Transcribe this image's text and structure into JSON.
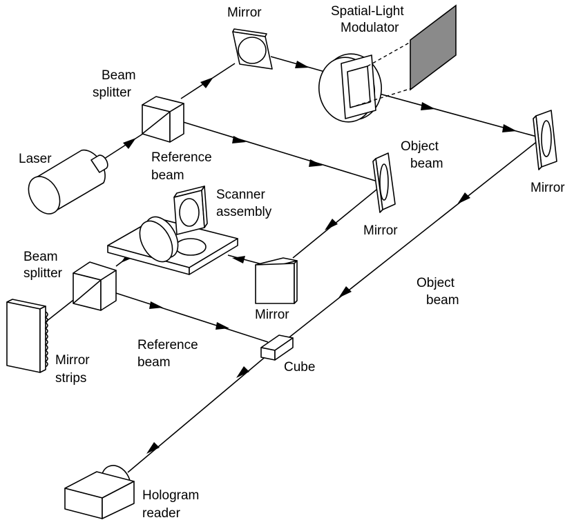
{
  "labels": {
    "mirror_top": "Mirror",
    "slm_line1": "Spatial-Light",
    "slm_line2": "Modulator",
    "beam_splitter_top_line1": "Beam",
    "beam_splitter_top_line2": "splitter",
    "laser": "Laser",
    "reference_beam_top_line1": "Reference",
    "reference_beam_top_line2": "beam",
    "object_beam_top_line1": "Object",
    "object_beam_top_line2": "beam",
    "mirror_right": "Mirror",
    "scanner_line1": "Scanner",
    "scanner_line2": "assembly",
    "mirror_mid": "Mirror",
    "beam_splitter_bottom_line1": "Beam",
    "beam_splitter_bottom_line2": "splitter",
    "mirror_bottom": "Mirror",
    "object_beam_bottom_line1": "Object",
    "object_beam_bottom_line2": "beam",
    "reference_beam_bottom_line1": "Reference",
    "reference_beam_bottom_line2": "beam",
    "mirror_strips_line1": "Mirror",
    "mirror_strips_line2": "strips",
    "cube": "Cube",
    "hologram_reader_line1": "Hologram",
    "hologram_reader_line2": "reader"
  }
}
